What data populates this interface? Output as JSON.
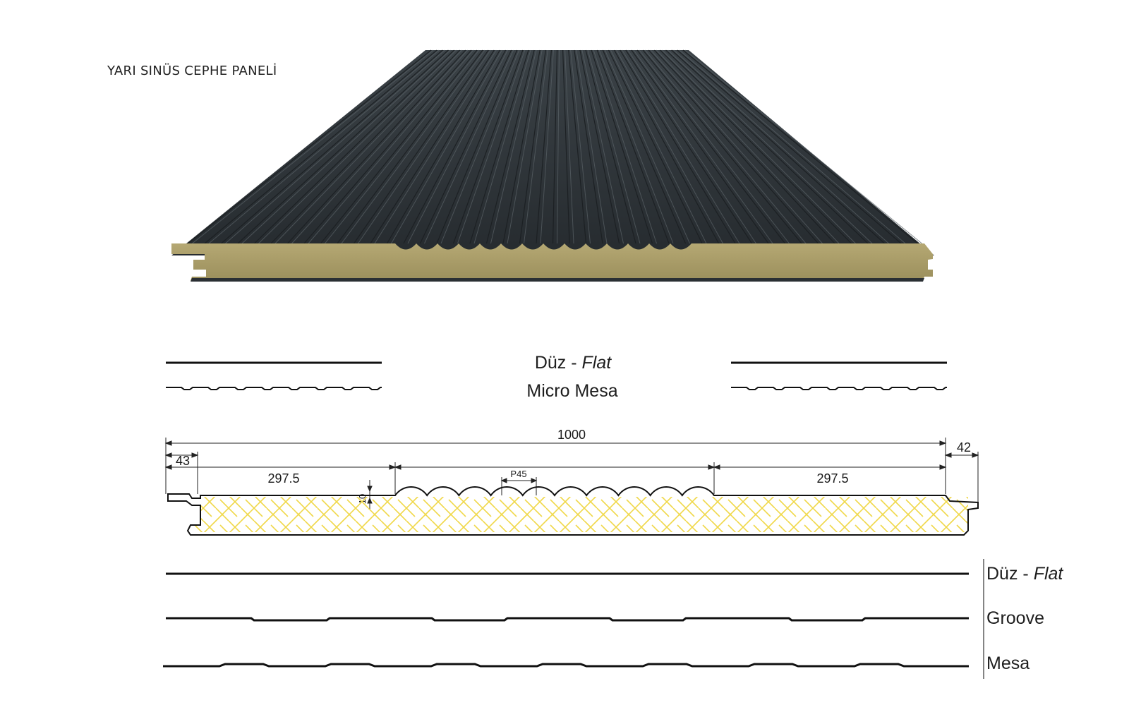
{
  "title": "YARI SINÜS CEPHE PANELİ",
  "colors": {
    "steel": "#2f353a",
    "steel_light": "#4a5156",
    "core": "#a89c6a",
    "core_hatch": "#f0d84a",
    "line": "#111111"
  },
  "upper_profiles": {
    "flat_label_main": "Düz - ",
    "flat_label_italic": "Flat",
    "micro_mesa_label": "Micro Mesa"
  },
  "dimensions": {
    "overall_width": "1000",
    "left_overlap": "43",
    "right_overlap": "42",
    "left_flat_zone": "297.5",
    "right_flat_zone": "297.5",
    "pitch": "P45",
    "rib_height": "10"
  },
  "lower_profiles": {
    "flat_label_main": "Düz - ",
    "flat_label_italic": "Flat",
    "groove_label": "Groove",
    "mesa_label": "Mesa"
  }
}
